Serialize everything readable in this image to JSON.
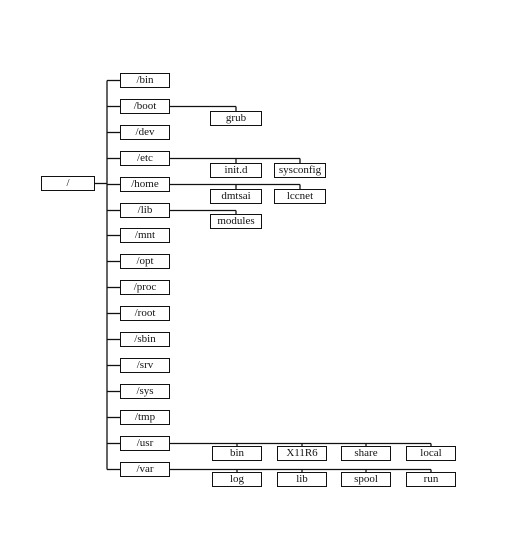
{
  "root": {
    "label": "/"
  },
  "top_level": [
    {
      "id": "bin",
      "label": "/bin"
    },
    {
      "id": "boot",
      "label": "/boot"
    },
    {
      "id": "dev",
      "label": "/dev"
    },
    {
      "id": "etc",
      "label": "/etc"
    },
    {
      "id": "home",
      "label": "/home"
    },
    {
      "id": "lib",
      "label": "/lib"
    },
    {
      "id": "mnt",
      "label": "/mnt"
    },
    {
      "id": "opt",
      "label": "/opt"
    },
    {
      "id": "proc",
      "label": "/proc"
    },
    {
      "id": "root",
      "label": "/root"
    },
    {
      "id": "sbin",
      "label": "/sbin"
    },
    {
      "id": "srv",
      "label": "/srv"
    },
    {
      "id": "sys",
      "label": "/sys"
    },
    {
      "id": "tmp",
      "label": "/tmp"
    },
    {
      "id": "usr",
      "label": "/usr"
    },
    {
      "id": "var",
      "label": "/var"
    }
  ],
  "children": {
    "boot": [
      "grub"
    ],
    "etc": [
      "init.d",
      "sysconfig"
    ],
    "home": [
      "dmtsai",
      "lccnet"
    ],
    "lib": [
      "modules"
    ],
    "usr": [
      "bin",
      "X11R6",
      "share",
      "local"
    ],
    "var": [
      "log",
      "lib",
      "spool",
      "run"
    ]
  }
}
